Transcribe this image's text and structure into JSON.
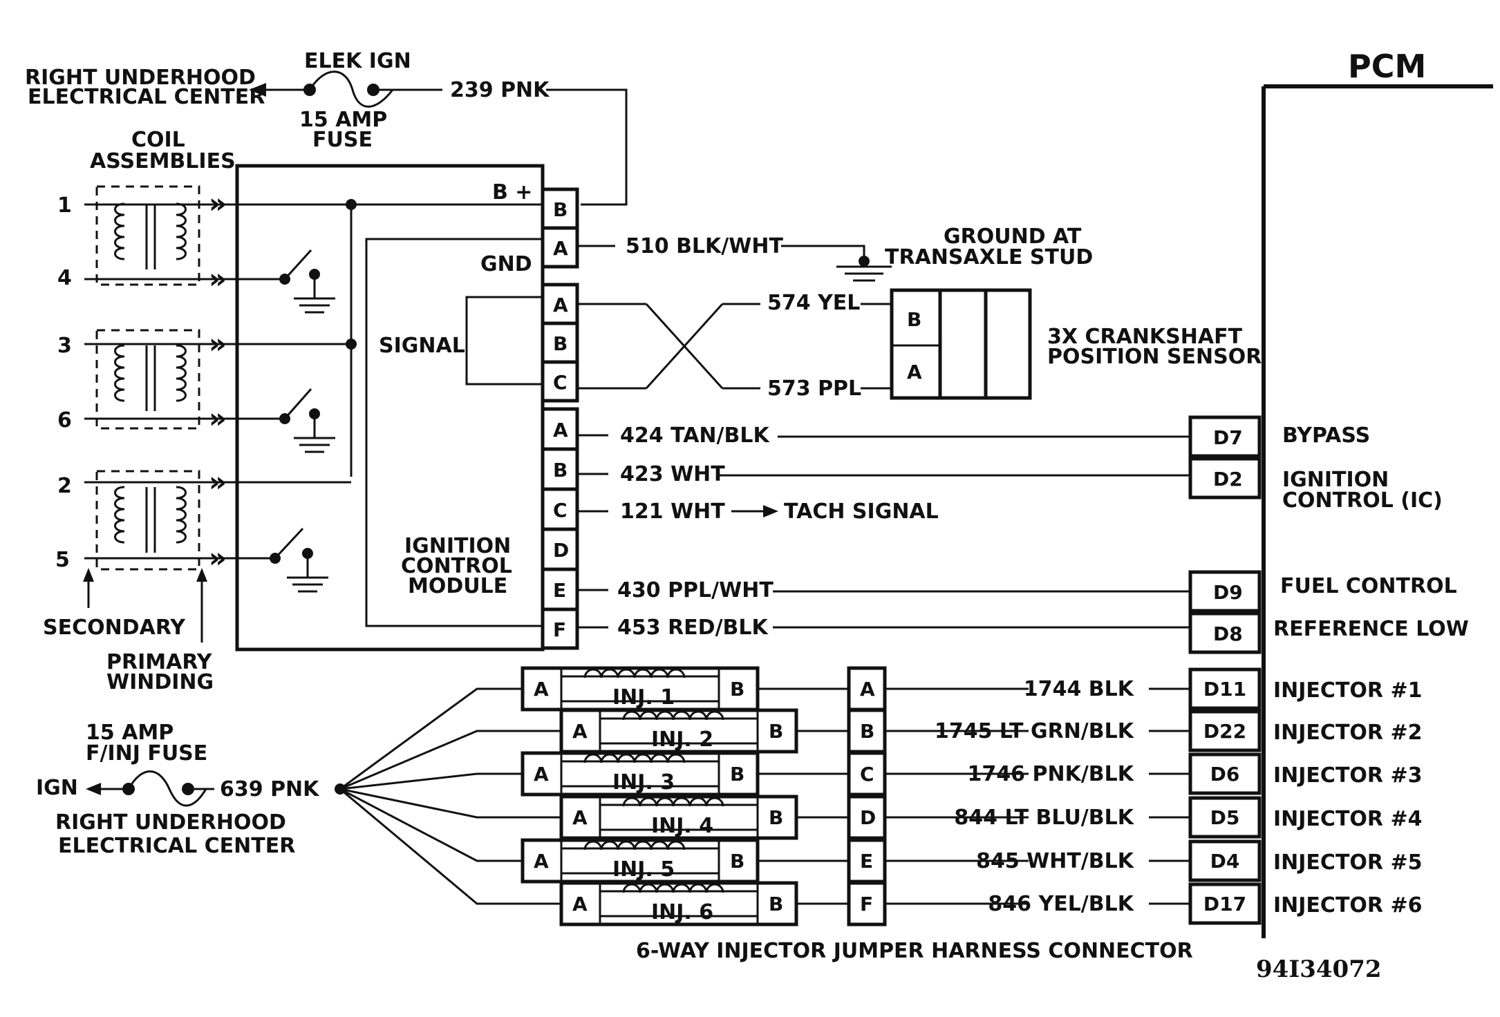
{
  "pcm": {
    "title": "PCM"
  },
  "fuse_ign": {
    "label": "ELEK IGN",
    "rating_line1": "15 AMP",
    "rating_line2": "FUSE"
  },
  "right_center_top": {
    "line1": "RIGHT UNDERHOOD",
    "line2": "ELECTRICAL CENTER"
  },
  "wire_239": "239 PNK",
  "coil": {
    "title_line1": "COIL",
    "title_line2": "ASSEMBLIES",
    "secondary_label": "SECONDARY",
    "primary_line1": "PRIMARY",
    "primary_line2": "WINDING"
  },
  "coil_terminals": [
    "1",
    "4",
    "3",
    "6",
    "2",
    "5"
  ],
  "icm": {
    "bplus": "B +",
    "gnd": "GND",
    "signal": "SIGNAL",
    "name_line1": "IGNITION",
    "name_line2": "CONTROL",
    "name_line3": "MODULE"
  },
  "icm_pins": {
    "b_plus_pin": "B",
    "gnd_pin": "A",
    "signal_pins": [
      "A",
      "B",
      "C"
    ],
    "out_pins": [
      "A",
      "B",
      "C",
      "D",
      "E",
      "F"
    ]
  },
  "ground": {
    "wire": "510  BLK/WHT",
    "line1": "GROUND AT",
    "line2": "TRANSAXLE STUD"
  },
  "ckp": {
    "wire_yel": "574 YEL",
    "wire_ppl": "573 PPL",
    "pin_b": "B",
    "pin_a": "A",
    "line1": "3X CRANKSHAFT",
    "line2": "POSITION SENSOR"
  },
  "wires": {
    "w424": "424 TAN/BLK",
    "w423": "423 WHT",
    "w121": "121 WHT",
    "tach": "TACH SIGNAL",
    "w430": "430 PPL/WHT",
    "w453": "453 RED/BLK"
  },
  "pcm_pins": {
    "d7": "D7",
    "d2": "D2",
    "d9": "D9",
    "d8": "D8"
  },
  "pcm_labels": {
    "bypass": "BYPASS",
    "ic_line1": "IGNITION",
    "ic_line2": "CONTROL (IC)",
    "fuel": "FUEL CONTROL",
    "ref": "REFERENCE LOW"
  },
  "injectors": [
    {
      "name": "INJ. 1",
      "pin_a": "A",
      "pin_b": "B",
      "jumper": "A",
      "wire": "1744 BLK",
      "pcm_pin": "D11",
      "label": "INJECTOR #1"
    },
    {
      "name": "INJ. 2",
      "pin_a": "A",
      "pin_b": "B",
      "jumper": "B",
      "wire": "1745 LT GRN/BLK",
      "pcm_pin": "D22",
      "label": "INJECTOR #2"
    },
    {
      "name": "INJ. 3",
      "pin_a": "A",
      "pin_b": "B",
      "jumper": "C",
      "wire": "1746 PNK/BLK",
      "pcm_pin": "D6",
      "label": "INJECTOR #3"
    },
    {
      "name": "INJ. 4",
      "pin_a": "A",
      "pin_b": "B",
      "jumper": "D",
      "wire": "844 LT BLU/BLK",
      "pcm_pin": "D5",
      "label": "INJECTOR #4"
    },
    {
      "name": "INJ. 5",
      "pin_a": "A",
      "pin_b": "B",
      "jumper": "E",
      "wire": "845 WHT/BLK",
      "pcm_pin": "D4",
      "label": "INJECTOR #5"
    },
    {
      "name": "INJ. 6",
      "pin_a": "A",
      "pin_b": "B",
      "jumper": "F",
      "wire": "846 YEL/BLK",
      "pcm_pin": "D17",
      "label": "INJECTOR #6"
    }
  ],
  "fuse_inj": {
    "line1": "15 AMP",
    "line2": "F/INJ FUSE",
    "ign": "IGN",
    "wire": "639 PNK"
  },
  "right_center_bottom": {
    "line1": "RIGHT UNDERHOOD",
    "line2": "ELECTRICAL CENTER"
  },
  "harness_label": "6-WAY INJECTOR JUMPER HARNESS CONNECTOR",
  "figure_id": "94I34072"
}
